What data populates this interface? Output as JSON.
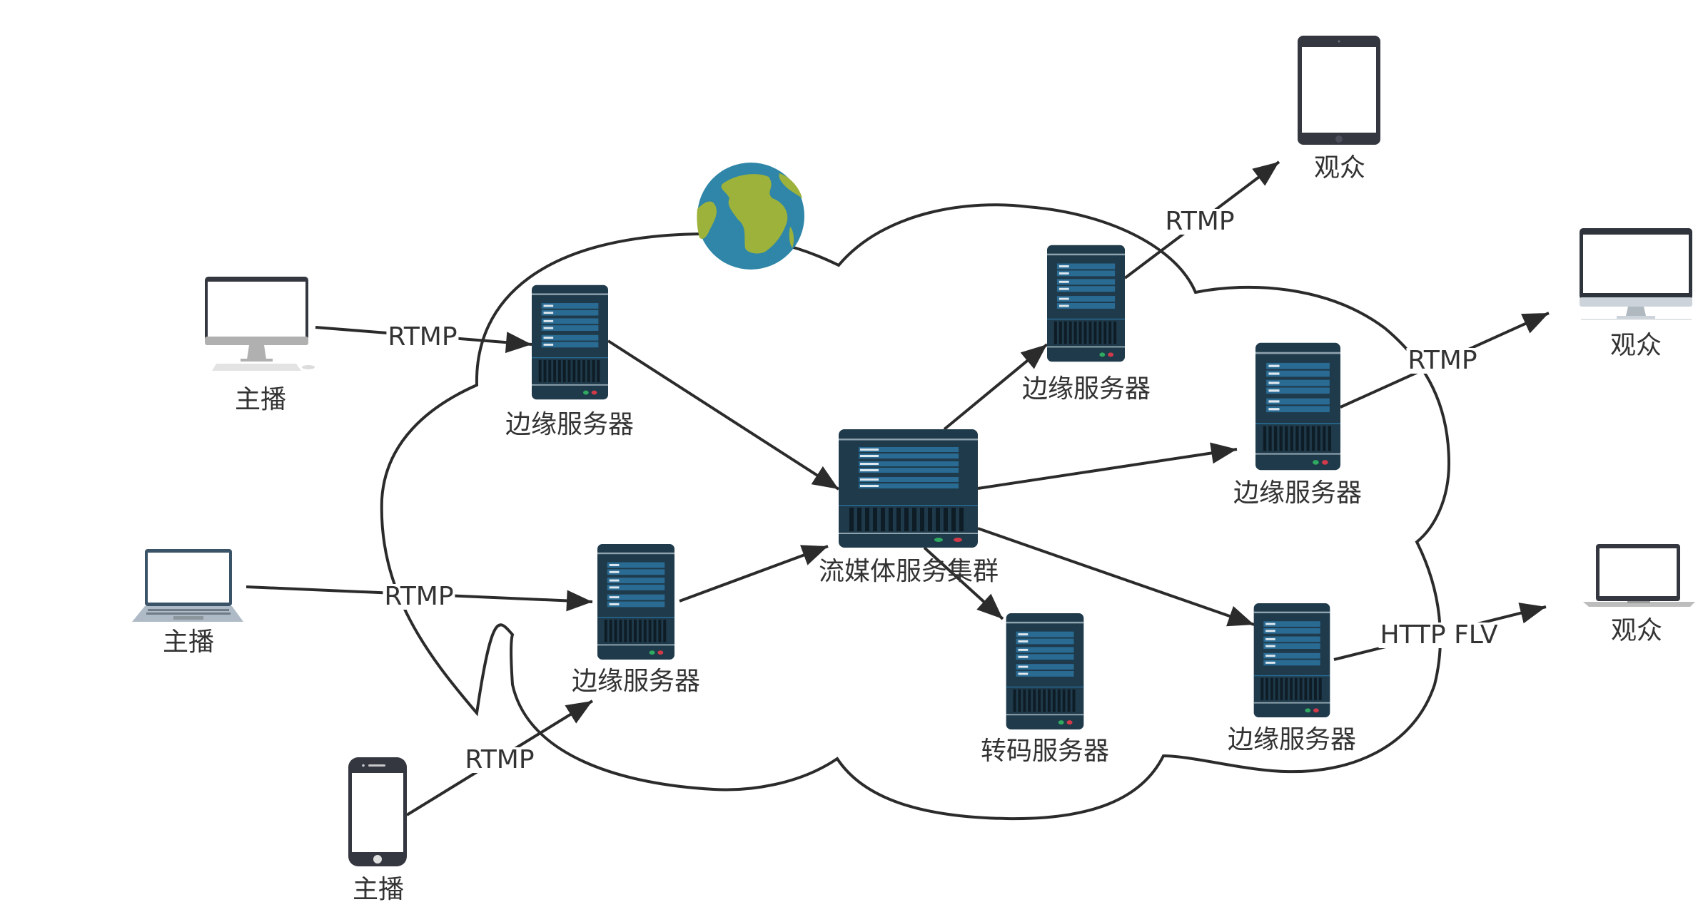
{
  "diagram": {
    "title": "",
    "colors": {
      "line": "#2b2b2b",
      "server_body": "#1f3a4a",
      "server_panel": "#2a6b94",
      "server_vent": "#0e1c26",
      "led_green": "#2faa60",
      "led_red": "#d23a4a",
      "device_frame": "#34373f",
      "device_base": "#b8bcc2",
      "globe_ocean": "#2f86a8",
      "globe_land": "#9db23a"
    },
    "nodes": {
      "broadcaster_desktop": {
        "label": "主播",
        "icon": "desktop-monitor-icon"
      },
      "broadcaster_laptop": {
        "label": "主播",
        "icon": "laptop-icon"
      },
      "broadcaster_phone": {
        "label": "主播",
        "icon": "smartphone-icon"
      },
      "edge_in_1": {
        "label": "边缘服务器",
        "icon": "server-icon"
      },
      "edge_in_2": {
        "label": "边缘服务器",
        "icon": "server-icon"
      },
      "cluster": {
        "label": "流媒体服务集群",
        "icon": "server-cluster-icon"
      },
      "transcoder": {
        "label": "转码服务器",
        "icon": "server-icon"
      },
      "edge_out_top": {
        "label": "边缘服务器",
        "icon": "server-icon"
      },
      "edge_out_mid": {
        "label": "边缘服务器",
        "icon": "server-icon"
      },
      "edge_out_bottom": {
        "label": "边缘服务器",
        "icon": "server-icon"
      },
      "viewer_tablet": {
        "label": "观众",
        "icon": "tablet-icon"
      },
      "viewer_desktop": {
        "label": "观众",
        "icon": "desktop-monitor-icon"
      },
      "viewer_laptop": {
        "label": "观众",
        "icon": "laptop-icon"
      },
      "internet": {
        "label": "",
        "icon": "globe-icon"
      }
    },
    "edges": [
      {
        "from": "broadcaster_desktop",
        "to": "edge_in_1",
        "label": "RTMP"
      },
      {
        "from": "broadcaster_laptop",
        "to": "edge_in_2",
        "label": "RTMP"
      },
      {
        "from": "broadcaster_phone",
        "to": "edge_in_2",
        "label": "RTMP"
      },
      {
        "from": "edge_in_1",
        "to": "cluster",
        "label": ""
      },
      {
        "from": "edge_in_2",
        "to": "cluster",
        "label": ""
      },
      {
        "from": "cluster",
        "to": "edge_out_top",
        "label": ""
      },
      {
        "from": "cluster",
        "to": "edge_out_mid",
        "label": ""
      },
      {
        "from": "cluster",
        "to": "transcoder",
        "label": ""
      },
      {
        "from": "cluster",
        "to": "edge_out_bottom",
        "label": ""
      },
      {
        "from": "edge_out_top",
        "to": "viewer_tablet",
        "label": "RTMP"
      },
      {
        "from": "edge_out_mid",
        "to": "viewer_desktop",
        "label": "RTMP"
      },
      {
        "from": "edge_out_bottom",
        "to": "viewer_laptop",
        "label": "HTTP FLV"
      }
    ],
    "container": {
      "shape": "cloud",
      "label": ""
    }
  }
}
